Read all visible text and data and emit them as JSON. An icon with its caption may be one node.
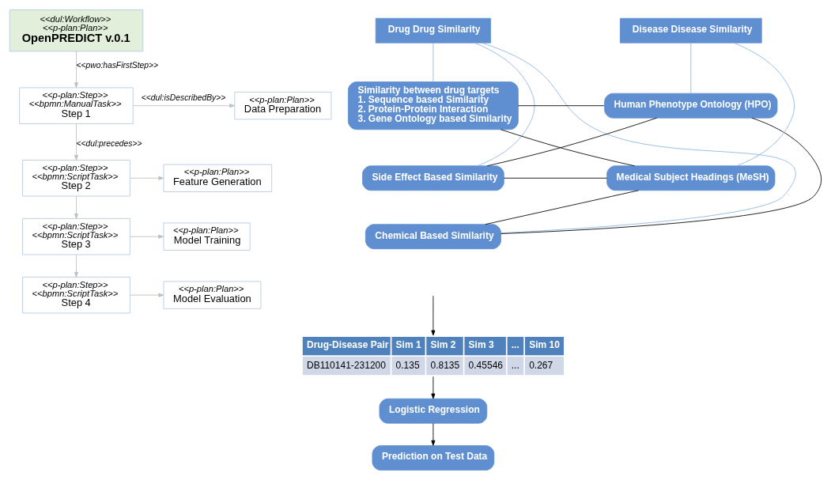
{
  "diagram": {
    "nodes": [
      {
        "text": [
          "<<dul:Workflow>>",
          "<<p-plan:Plan>>",
          "OpenPREDICT v.0.1"
        ]
      },
      {
        "text": [
          "<<p-plan:Step>>",
          "<<bpmn:ManualTask>>",
          "Step 1"
        ]
      },
      {
        "text": [
          "<<p-plan:Plan>>",
          "Data Preparation"
        ]
      },
      {
        "text": [
          "<<p-plan:Step>>",
          "<<bpmn:ScriptTask>>",
          "Step 2"
        ]
      },
      {
        "text": [
          "<<p-plan:Plan>>",
          "Feature Generation"
        ]
      },
      {
        "text": [
          "<<p-plan:Step>>",
          "<<bpmn:ScriptTask>>",
          "Step 3"
        ]
      },
      {
        "text": [
          "<<p-plan:Plan>>",
          "Model Training"
        ]
      },
      {
        "text": [
          "<<p-plan:Step>>",
          "<<bpmn:ScriptTask>>",
          "Step 4"
        ]
      },
      {
        "text": [
          "<<p-plan:Plan>>",
          "Model Evaluation"
        ]
      },
      {
        "text": [
          "Drug Drug Similarity"
        ]
      },
      {
        "text": [
          "Similarity between drug targets",
          "1. Sequence based Similarity",
          "2. Protein-Protein Interaction",
          "3. Gene Ontology based Similarity"
        ]
      },
      {
        "text": [
          "Side Effect Based Similarity"
        ]
      },
      {
        "text": [
          "Chemical Based Similarity"
        ]
      },
      {
        "text": [
          "Disease Disease Similarity"
        ]
      },
      {
        "text": [
          "Human Phenotype Ontology (HPO)"
        ]
      },
      {
        "text": [
          "Medical Subject Headings (MeSH)"
        ]
      },
      {
        "text": [
          "Drug-Disease Pair",
          "Sim 1",
          "Sim 2",
          "Sim 3",
          "...",
          "Sim 10",
          "DB110141-231200",
          "0.135",
          "0.8135",
          "0.45546",
          "...",
          "0.267"
        ]
      },
      {
        "text": [
          "Logistic Regression"
        ]
      },
      {
        "text": [
          "Prediction on Test Data"
        ]
      }
    ],
    "edges": [
      {
        "from": 0,
        "to": 1,
        "arrow": "to",
        "label": "<<pwo:hasFirstStep>>",
        "color": "#bfbfbf"
      },
      {
        "from": 1,
        "to": 2,
        "arrow": "to",
        "label": "<<dul:isDescribedBy>>",
        "color": "#bfbfbf"
      },
      {
        "from": 1,
        "to": 3,
        "arrow": "to",
        "label": "<<dul:precedes>>",
        "color": "#bfbfbf"
      },
      {
        "from": 3,
        "to": 4,
        "arrow": "to",
        "color": "#bfbfbf"
      },
      {
        "from": 3,
        "to": 5,
        "arrow": "to",
        "color": "#bfbfbf"
      },
      {
        "from": 5,
        "to": 6,
        "arrow": "to",
        "color": "#bfbfbf"
      },
      {
        "from": 5,
        "to": 7,
        "arrow": "to",
        "color": "#bfbfbf"
      },
      {
        "from": 7,
        "to": 8,
        "arrow": "to",
        "color": "#bfbfbf"
      },
      {
        "from": 9,
        "to": 10,
        "arrow": "none",
        "color": "#8eb4e3"
      },
      {
        "from": 9,
        "to": 11,
        "arrow": "none",
        "color": "#8eb4e3"
      },
      {
        "from": 9,
        "to": 12,
        "arrow": "none",
        "color": "#8eb4e3"
      },
      {
        "from": 13,
        "to": 14,
        "arrow": "none",
        "color": "#8eb4e3"
      },
      {
        "from": 13,
        "to": 15,
        "arrow": "none",
        "color": "#8eb4e3"
      },
      {
        "from": 10,
        "to": 14,
        "arrow": "none"
      },
      {
        "from": 10,
        "to": 15,
        "arrow": "none"
      },
      {
        "from": 11,
        "to": 14,
        "arrow": "none"
      },
      {
        "from": 11,
        "to": 15,
        "arrow": "none"
      },
      {
        "from": 12,
        "to": 14,
        "arrow": "none"
      },
      {
        "from": 12,
        "to": 15,
        "arrow": "none"
      },
      {
        "from": null,
        "to": 16,
        "arrow": "to"
      },
      {
        "from": 16,
        "to": 17,
        "arrow": "to"
      },
      {
        "from": 17,
        "to": 18,
        "arrow": "to"
      }
    ]
  }
}
